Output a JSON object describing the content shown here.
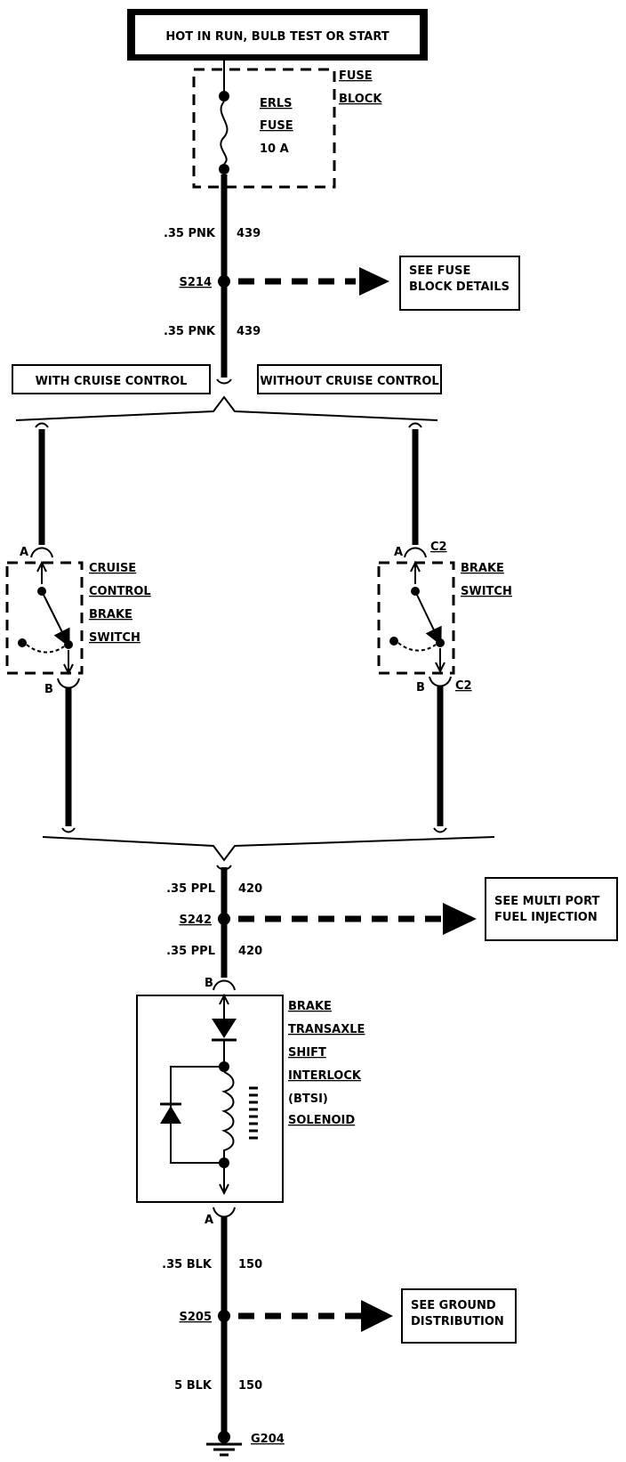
{
  "header": {
    "power_label": "HOT IN RUN, BULB TEST OR START"
  },
  "fuse_block": {
    "title_line1": "FUSE",
    "title_line2": "BLOCK",
    "fuse_name1": "ERLS",
    "fuse_name2": "FUSE",
    "fuse_rating": "10 A"
  },
  "wires": {
    "w1_gauge": ".35 PNK",
    "w1_circuit": "439",
    "w2_gauge": ".35 PNK",
    "w2_circuit": "439",
    "w3_gauge": ".35 PPL",
    "w3_circuit": "420",
    "w4_gauge": ".35 PPL",
    "w4_circuit": "420",
    "w5_gauge": ".35 BLK",
    "w5_circuit": "150",
    "w6_gauge": "5 BLK",
    "w6_circuit": "150"
  },
  "splices": {
    "s1": "S214",
    "s1_ref1": "SEE FUSE",
    "s1_ref2": "BLOCK DETAILS",
    "s2": "S242",
    "s2_ref1": "SEE MULTI PORT",
    "s2_ref2": "FUEL INJECTION",
    "s3": "S205",
    "s3_ref1": "SEE GROUND",
    "s3_ref2": "DISTRIBUTION"
  },
  "options": {
    "left": "WITH CRUISE CONTROL",
    "right": "WITHOUT CRUISE CONTROL"
  },
  "left_switch": {
    "line1": "CRUISE",
    "line2": "CONTROL",
    "line3": "BRAKE",
    "line4": "SWITCH",
    "pin_top": "A",
    "pin_bottom": "B"
  },
  "right_switch": {
    "line1": "BRAKE",
    "line2": "SWITCH",
    "pin_top": "A",
    "pin_bottom": "B",
    "conn_top": "C2",
    "conn_bottom": "C2"
  },
  "solenoid": {
    "line1": "BRAKE",
    "line2": "TRANSAXLE",
    "line3": "SHIFT",
    "line4": "INTERLOCK",
    "line5": "(BTSI)",
    "line6": "SOLENOID",
    "pin_top": "B",
    "pin_bottom": "A"
  },
  "ground": {
    "label": "G204"
  }
}
